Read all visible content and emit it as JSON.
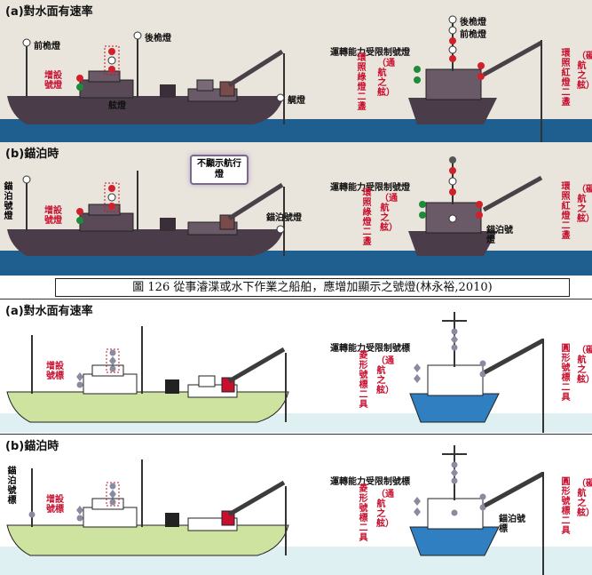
{
  "top": {
    "panel_a": {
      "title": "(a)對水面有速率",
      "front_masthead_light": "前桅燈",
      "rear_masthead_light": "後桅燈",
      "extra_lights": "增設號燈",
      "side_light": "舷燈",
      "stern_light": "艉燈",
      "restricted_lights": "運轉能力受限制號燈",
      "front_label": "前桅燈",
      "rear_label": "後桅燈",
      "green_pair": "環照綠燈二盞",
      "green_pair_paren": "（通航之舷）",
      "red_pair": "環照紅燈二盞",
      "red_pair_paren": "（礙航之舷）"
    },
    "panel_b": {
      "title": "(b)錨泊時",
      "not_shown_box": "不顯示航行燈",
      "anchor_light_left": "錨泊號燈",
      "extra_lights": "增設號燈",
      "anchor_light_mid": "錨泊號燈",
      "restricted_lights": "運轉能力受限制號燈",
      "green_pair": "環照綠燈二盞",
      "green_pair_paren": "（通航之舷）",
      "red_pair": "環照紅燈二盞",
      "red_pair_paren": "（礙航之舷）",
      "anchor_light_right": "錨泊號燈"
    },
    "caption": "圖 126 從事濬渫或水下作業之船舶，應增加顯示之號燈(林永裕,2010)"
  },
  "bottom": {
    "panel_a": {
      "title": "(a)對水面有速率",
      "extra_shapes": "增設號標",
      "restricted_shapes": "運轉能力受限制號標",
      "diamond_pair": "菱形號標二具",
      "diamond_pair_paren": "（通航之舷）",
      "ball_pair": "圓形號標二具",
      "ball_pair_paren": "（礙航之舷）"
    },
    "panel_b": {
      "title": "(b)錨泊時",
      "anchor_shape_left": "錨泊號標",
      "extra_shapes": "增設號標",
      "restricted_shapes": "運轉能力受限制號標",
      "diamond_pair": "菱形號標二具",
      "diamond_pair_paren": "（通航之舷）",
      "ball_pair": "圓形號標二具",
      "ball_pair_paren": "（礙航之舷）",
      "anchor_shape_right": "錨泊號標"
    }
  },
  "colors": {
    "hull_dark": "#4b3c4a",
    "sea_top": "#1f5f8f",
    "hull_green": "#cfe3a0",
    "hull_blue": "#2f7fc1",
    "light_red": "#d0202a",
    "light_green": "#1e8a3a",
    "shape_gray": "#8a8aa0",
    "crane_dark": "#4a4048",
    "crane_bottom": "#3c3c3c"
  }
}
